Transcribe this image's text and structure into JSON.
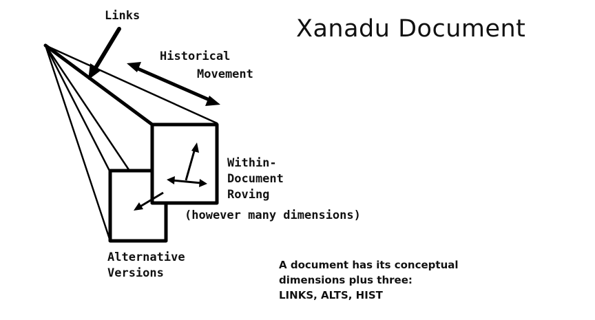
{
  "title": "Xanadu Document",
  "labels": {
    "links": "Links",
    "historical_line1": "Historical",
    "historical_line2": "Movement",
    "within_line1": "Within-",
    "within_line2": "Document",
    "within_line3": "Roving",
    "however": "(however many dimensions)",
    "alternative_line1": "Alternative",
    "alternative_line2": "Versions"
  },
  "caption": {
    "line1": "A document has its conceptual",
    "line2": "dimensions plus three:",
    "line3": "LINKS, ALTS, HIST"
  }
}
